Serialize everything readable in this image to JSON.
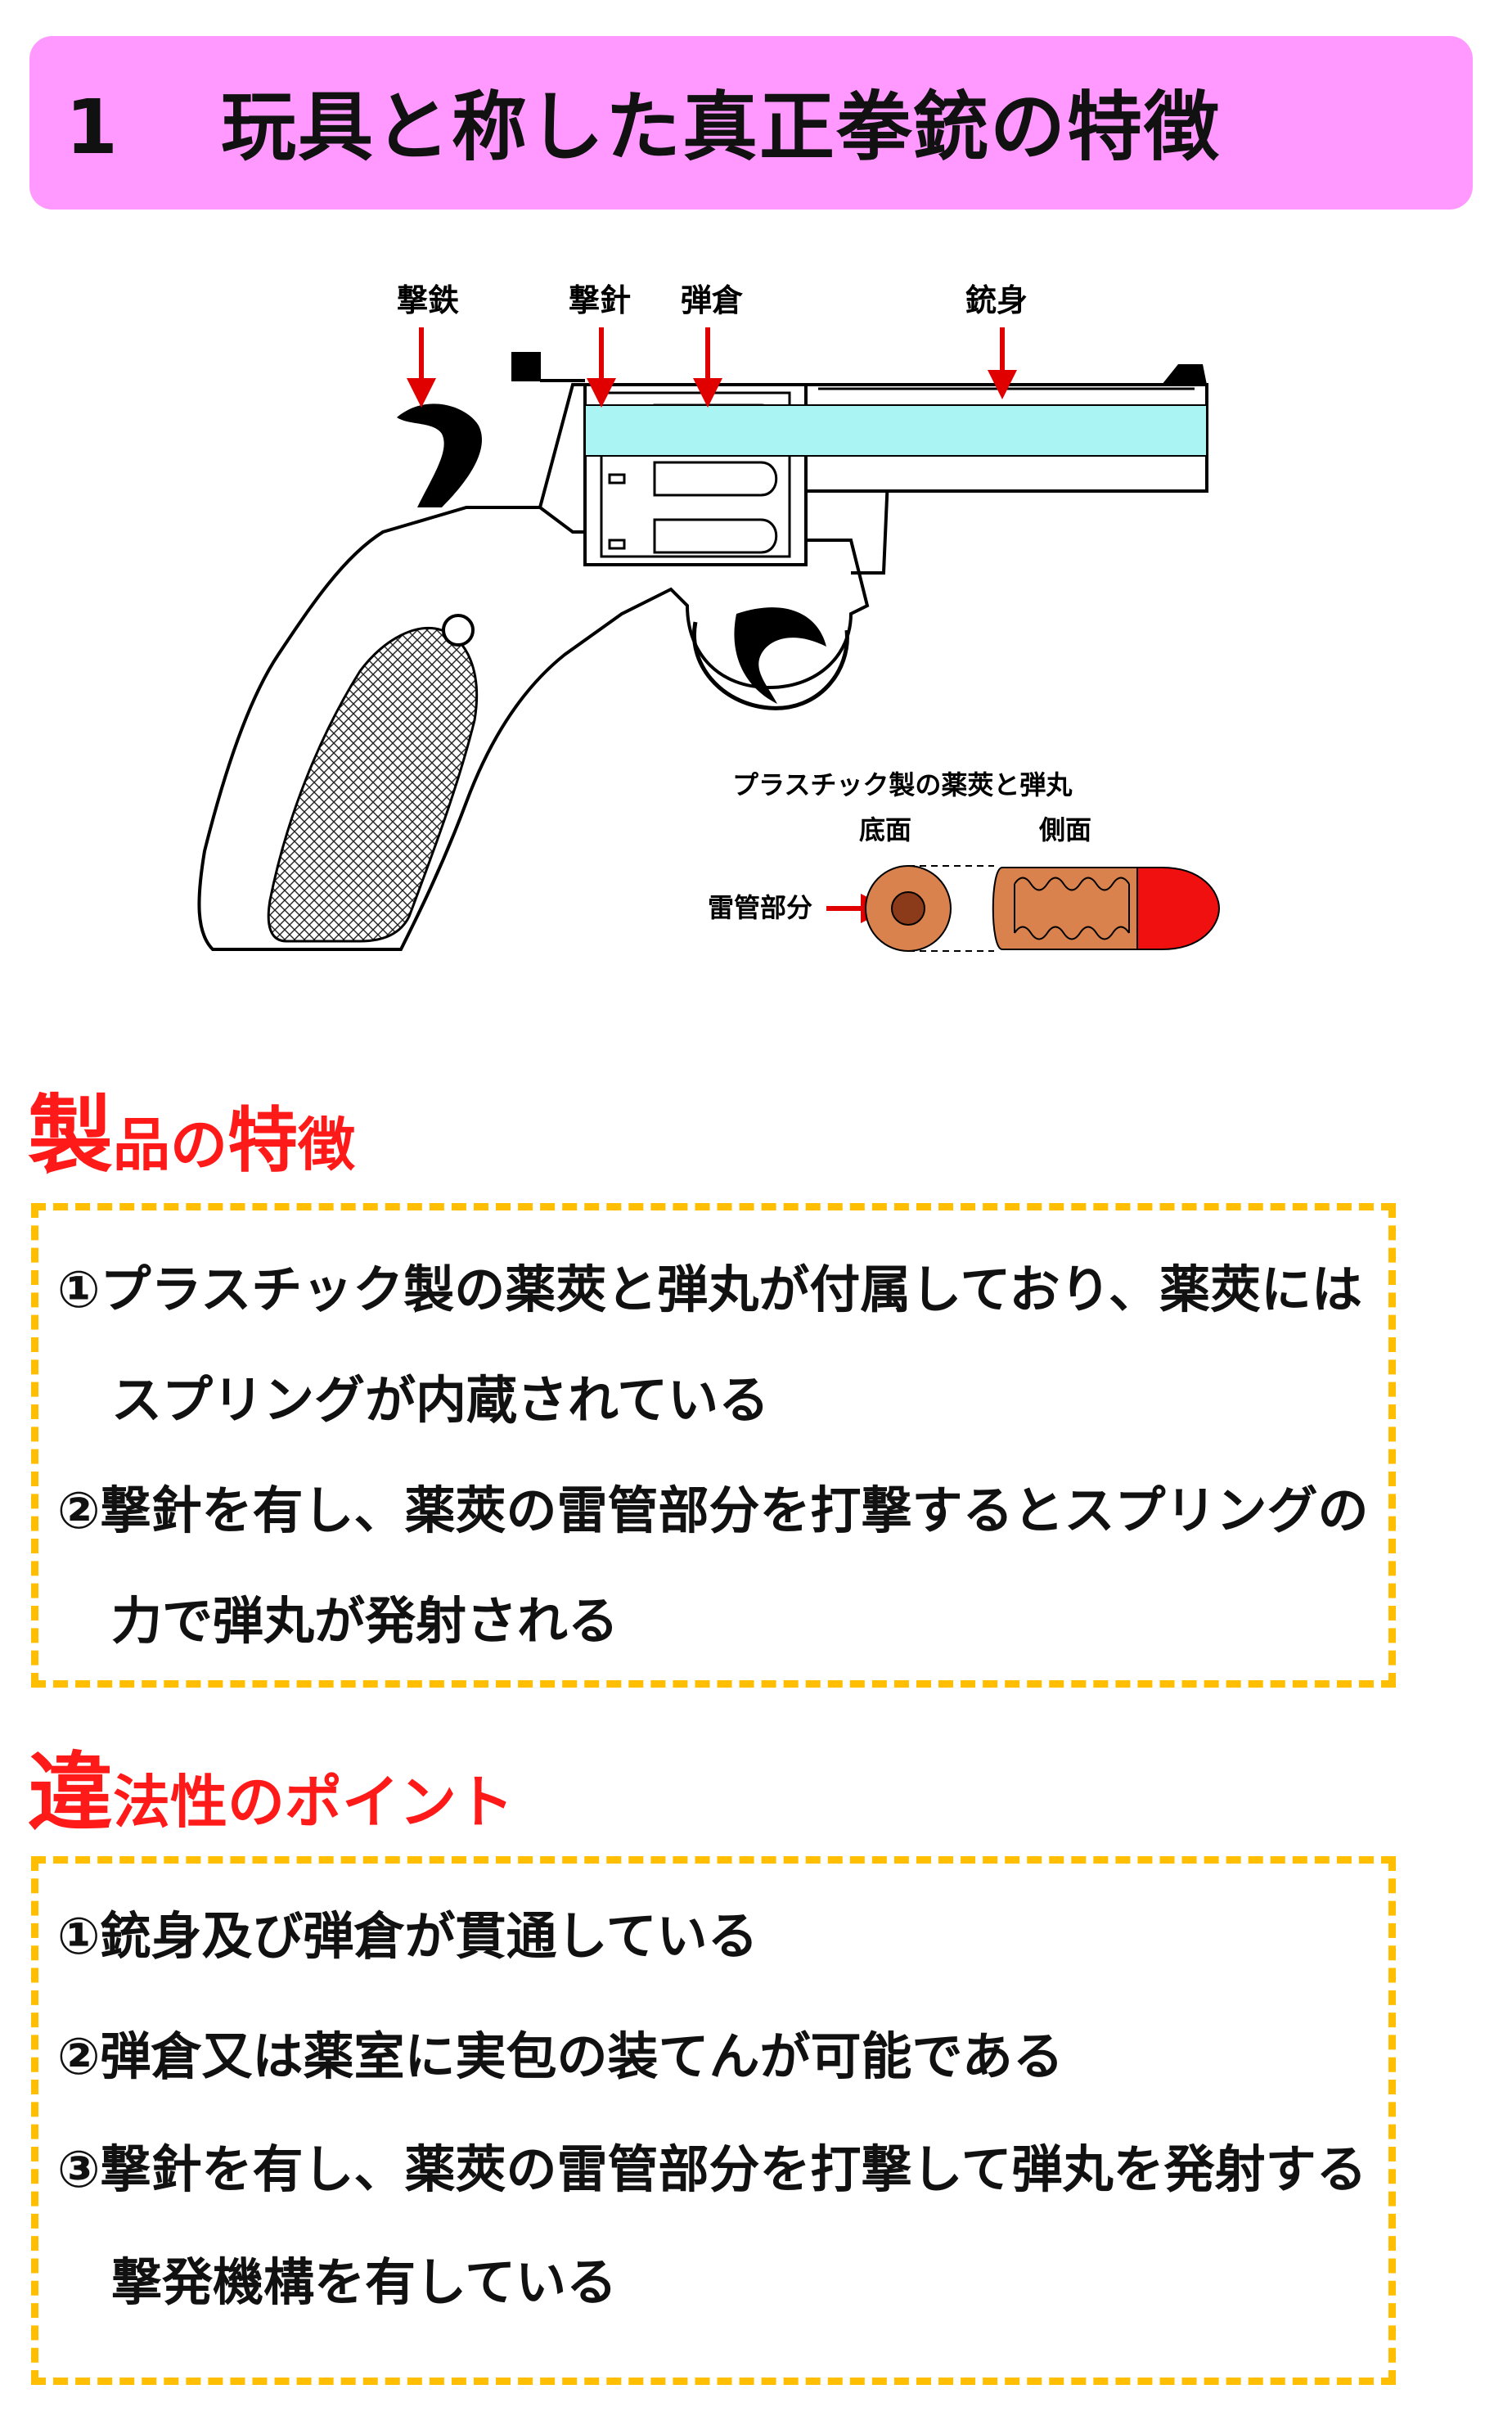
{
  "header": {
    "number": "1",
    "title": "玩具と称した真正拳銃の特徴",
    "color": "#ff99ff"
  },
  "diagram": {
    "labels": {
      "hammer": "撃鉄",
      "firing_pin": "撃針",
      "cylinder": "弾倉",
      "barrel": "銃身"
    },
    "inset_title": "プラスチック製の薬莢と弾丸",
    "base_view": "底面",
    "side_view": "側面",
    "primer": "雷管部分"
  },
  "product_features": {
    "heading_big": "製",
    "heading_small": "品の",
    "heading_big2": "特",
    "heading_small2": "徴",
    "lines": [
      "①プラスチック製の薬莢と弾丸が付属しており、薬莢には",
      "スプリングが内蔵されている",
      "②撃針を有し、薬莢の雷管部分を打撃するとスプリングの",
      "力で弾丸が発射される"
    ]
  },
  "illegality_points": {
    "heading_big": "違",
    "heading_small": "法性のポイント",
    "lines": [
      "①銃身及び弾倉が貫通している",
      "②弾倉又は薬室に実包の装てんが可能である",
      "③撃針を有し、薬莢の雷管部分を打撃して弾丸を発射する",
      "撃発機構を有している"
    ]
  },
  "colors": {
    "heading_red": "#ff1a1a",
    "box_border": "#ffbf00",
    "bore_cyan": "#aaf4f4",
    "arrow_red": "#e00000",
    "cartridge_brown": "#d9824d",
    "bullet_red": "#f01010"
  }
}
